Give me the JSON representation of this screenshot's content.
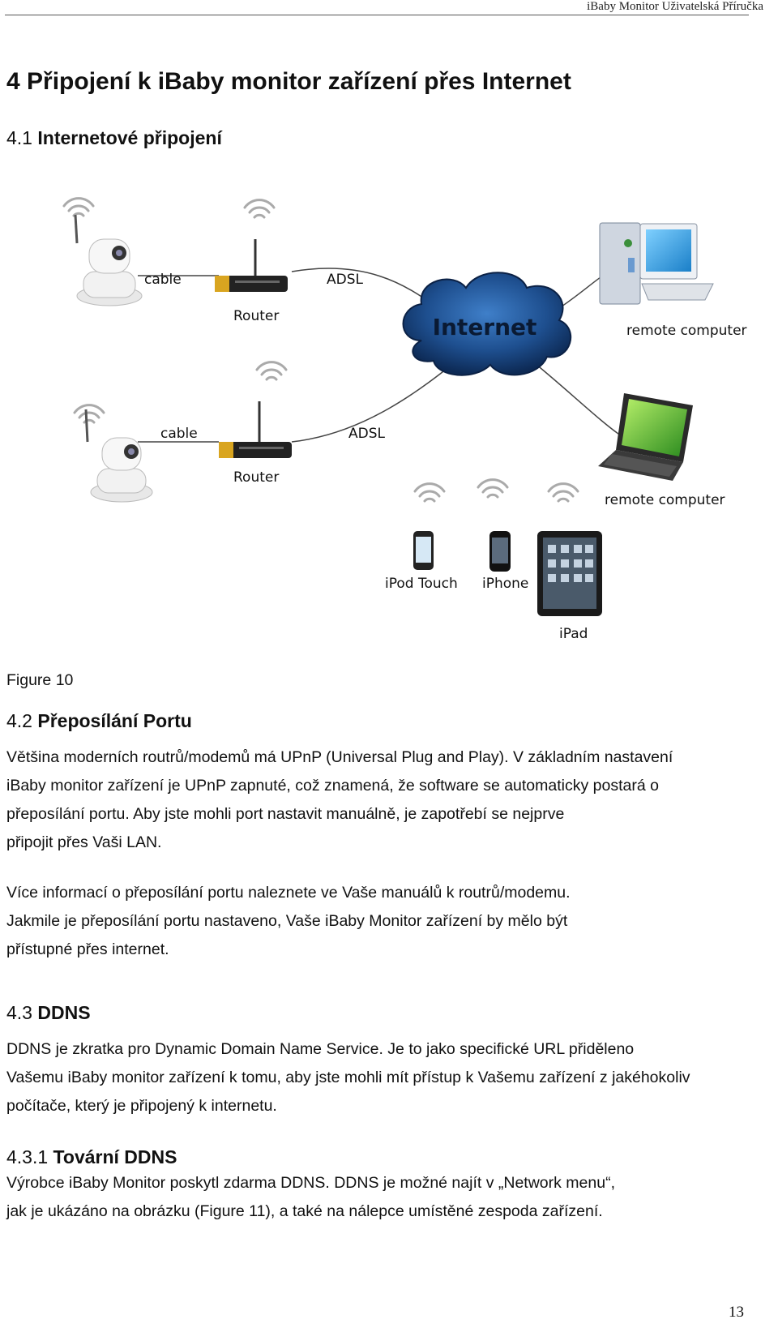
{
  "header": {
    "running_title": "iBaby Monitor Uživatelská Příručka"
  },
  "chapter_title": "4 Připojení k iBaby monitor zařízení přes Internet",
  "sections": {
    "s41": {
      "number": "4.1",
      "title": "Internetové připojení"
    },
    "s42": {
      "number": "4.2",
      "title": "Přeposílání Portu"
    },
    "s43": {
      "number": "4.3",
      "title": "DDNS"
    },
    "s431": {
      "number": "4.3.1",
      "title": "Tovární DDNS"
    }
  },
  "figure": {
    "labels": {
      "cable_top": "cable",
      "router_top": "Router",
      "adsl_top": "ADSL",
      "cloud": "Internet",
      "remote_pc": "remote computer",
      "cable_bottom": "cable",
      "router_bottom": "Router",
      "adsl_bottom": "ADSL",
      "remote_laptop": "remote computer",
      "ipod": "iPod Touch",
      "iphone": "iPhone",
      "ipad": "iPad"
    },
    "caption": "Figure 10"
  },
  "paragraphs": {
    "p42a": [
      "Většina moderních routrů/modemů má UPnP (Universal Plug and Play). V základním nastavení",
      "iBaby monitor zařízení je UPnP zapnuté, což znamená, že software se automaticky postará o",
      "přeposílání portu. Aby jste mohli port nastavit manuálně, je zapotřebí se nejprve",
      "připojit přes Vaši LAN."
    ],
    "p42b": [
      "Více informací o přeposílání portu naleznete ve Vaše manuálů k routrů/modemu.",
      "Jakmile je přeposílání portu nastaveno, Vaše iBaby Monitor zařízení by mělo být",
      "přístupné přes internet."
    ],
    "p43": [
      "DDNS je zkratka pro Dynamic Domain Name Service. Je to jako specifické URL přiděleno",
      "Vašemu iBaby monitor zařízení k tomu, aby jste mohli mít přístup k Vašemu zařízení z jakéhokoliv",
      "počítače, který je připojený k internetu."
    ],
    "p431": [
      "Výrobce iBaby Monitor poskytl zdarma DDNS. DDNS je možné najít v „Network menu“,",
      "jak je ukázáno na obrázku (Figure 11), a také na nálepce umístěné zespoda zařízení."
    ]
  },
  "page_number": "13"
}
